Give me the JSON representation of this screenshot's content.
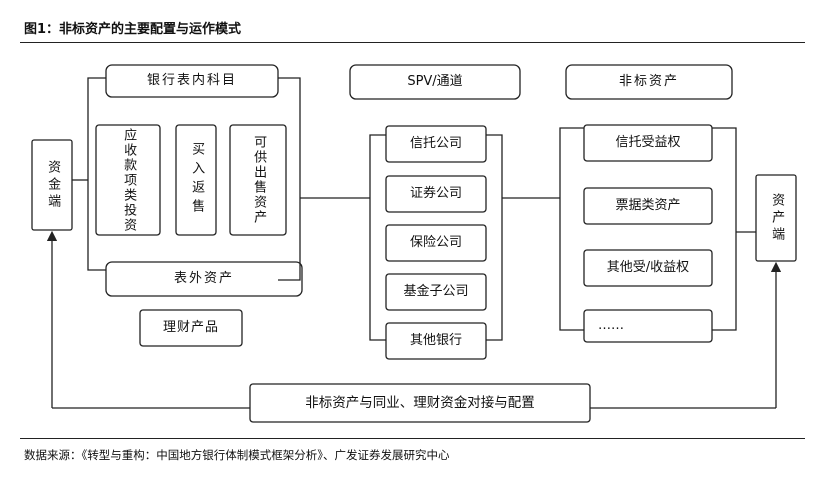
{
  "title": "图1：非标资产的主要配置与运作模式",
  "source": "数据来源：《转型与重构：中国地方银行体制模式框架分析》、广发证券发展研究中心",
  "nodes": {
    "funding_end": "资金端",
    "onbalance": "银行表内科目",
    "receivables": "应收款项类投资",
    "repo": "买入返售",
    "afs": "可供出售资产",
    "offbalance": "表外资产",
    "wealth": "理财产品",
    "spv_header": "SPV/通道",
    "trust_co": "信托公司",
    "securities_co": "证券公司",
    "insurance_co": "保险公司",
    "fund_sub": "基金子公司",
    "other_bank": "其他银行",
    "nonstd_header": "非标资产",
    "trust_rights": "信托受益权",
    "bills": "票据类资产",
    "other_rights": "其他受/收益权",
    "ellipsis": "……",
    "asset_end": "资产端",
    "bottom_flow": "非标资产与同业、理财资金对接与配置"
  }
}
